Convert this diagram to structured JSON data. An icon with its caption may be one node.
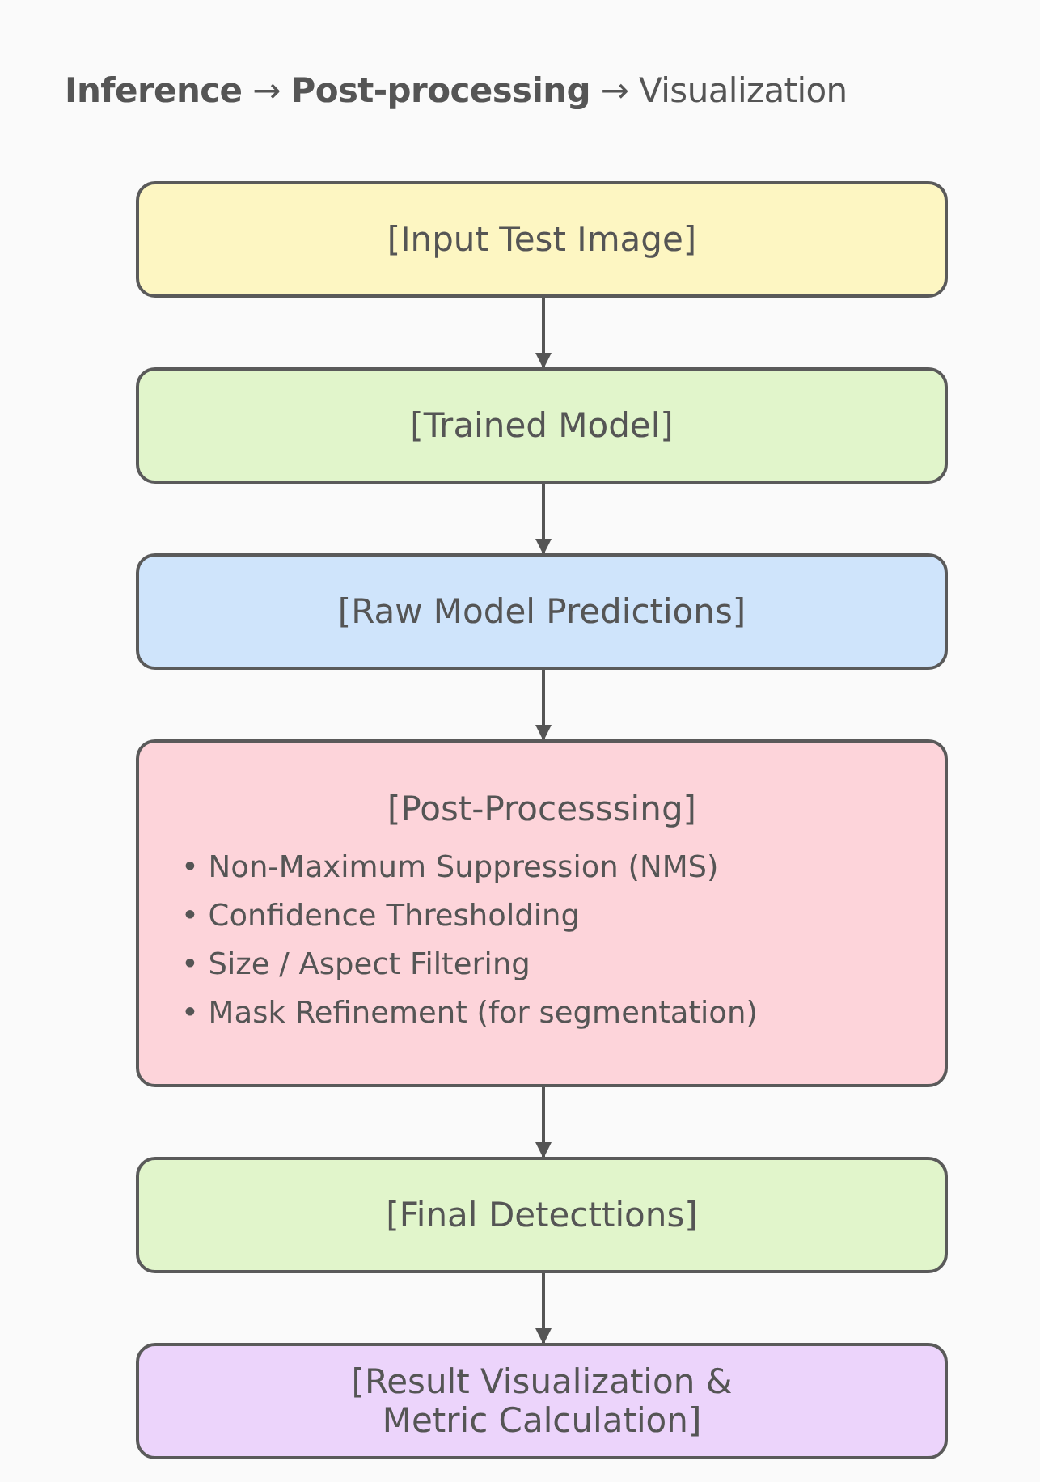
{
  "diagram": {
    "title": "**Inference** → **Post-processing** → Visualization",
    "nodes": [
      {
        "text": [
          "[Input Test Image]"
        ]
      },
      {
        "text": [
          "[Trained Model]"
        ]
      },
      {
        "text": [
          "[Raw Model Predictions]"
        ]
      },
      {
        "text": [
          "[Post-Processsing]",
          "• Non-Maximum Suppression (NMS)",
          "• Confidence Thresholding",
          "• Size / Aspect Filtering",
          "• Mask Refinement (for segmentation)"
        ]
      },
      {
        "text": [
          "[Final Detecttions]"
        ]
      },
      {
        "text": [
          "[Result Visualization & Metric Calculation]"
        ]
      }
    ],
    "edges": [
      {
        "from": 0,
        "to": 1,
        "arrow": "to"
      },
      {
        "from": 1,
        "to": 2,
        "arrow": "to"
      },
      {
        "from": 2,
        "to": 3,
        "arrow": "to"
      },
      {
        "from": 3,
        "to": 4,
        "arrow": "to"
      },
      {
        "from": 4,
        "to": 5,
        "arrow": "to"
      }
    ]
  }
}
